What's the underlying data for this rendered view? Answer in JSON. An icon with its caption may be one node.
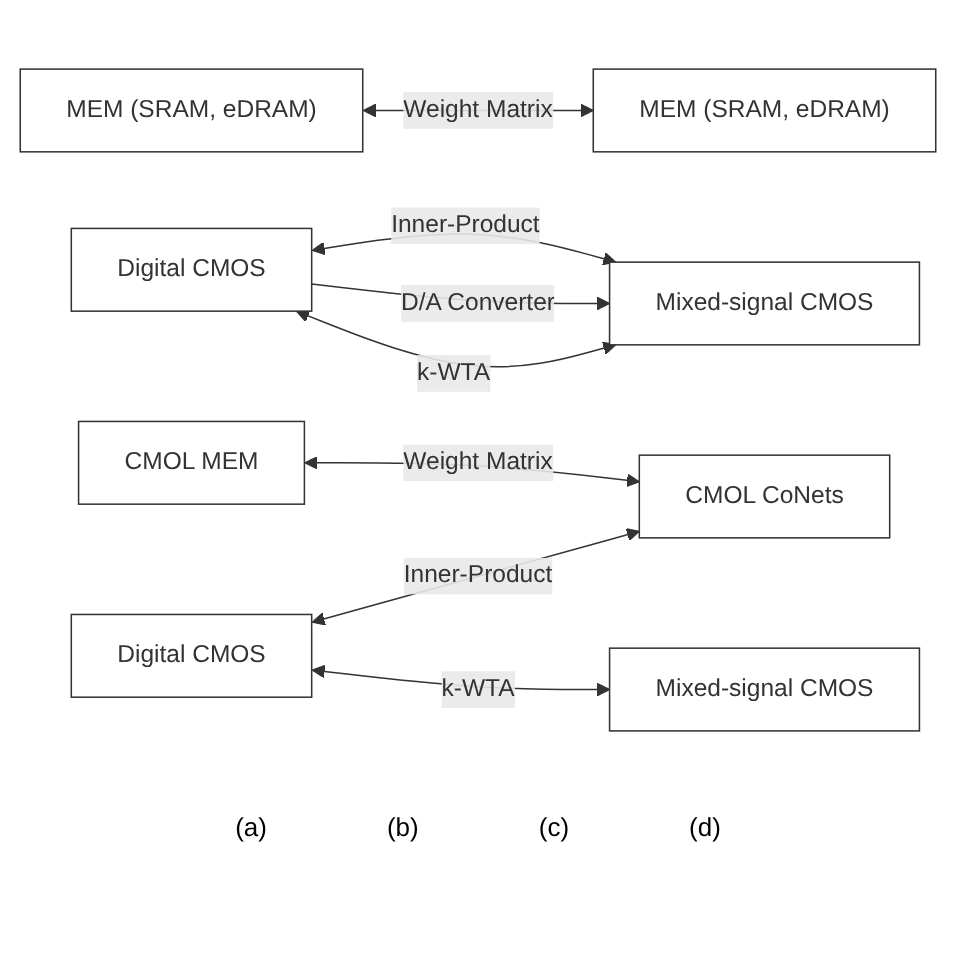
{
  "diagram": {
    "nodes": [
      {
        "text": [
          "MEM (SRAM, eDRAM)"
        ]
      },
      {
        "text": [
          "MEM (SRAM, eDRAM)"
        ]
      },
      {
        "text": [
          "Digital CMOS"
        ]
      },
      {
        "text": [
          "Mixed-signal CMOS"
        ]
      },
      {
        "text": [
          "CMOL MEM"
        ]
      },
      {
        "text": [
          "CMOL CoNets"
        ]
      },
      {
        "text": [
          "Digital CMOS"
        ]
      },
      {
        "text": [
          "Mixed-signal CMOS"
        ]
      }
    ],
    "edges": [
      {
        "from": 0,
        "to": 1,
        "arrow": "both",
        "label": "Weight Matrix"
      },
      {
        "from": 2,
        "to": 3,
        "arrow": "both",
        "label": "Inner-Product"
      },
      {
        "from": 2,
        "to": 3,
        "arrow": "to",
        "label": "D/A Converter"
      },
      {
        "from": 2,
        "to": 3,
        "arrow": "both",
        "label": "k-WTA"
      },
      {
        "from": 4,
        "to": 5,
        "arrow": "both",
        "label": "Weight Matrix"
      },
      {
        "from": 6,
        "to": 5,
        "arrow": "both",
        "label": "Inner-Product"
      },
      {
        "from": 6,
        "to": 7,
        "arrow": "both",
        "label": "k-WTA"
      }
    ],
    "labels": [
      "(a)",
      "(b)",
      "(c)",
      "(d)"
    ]
  }
}
